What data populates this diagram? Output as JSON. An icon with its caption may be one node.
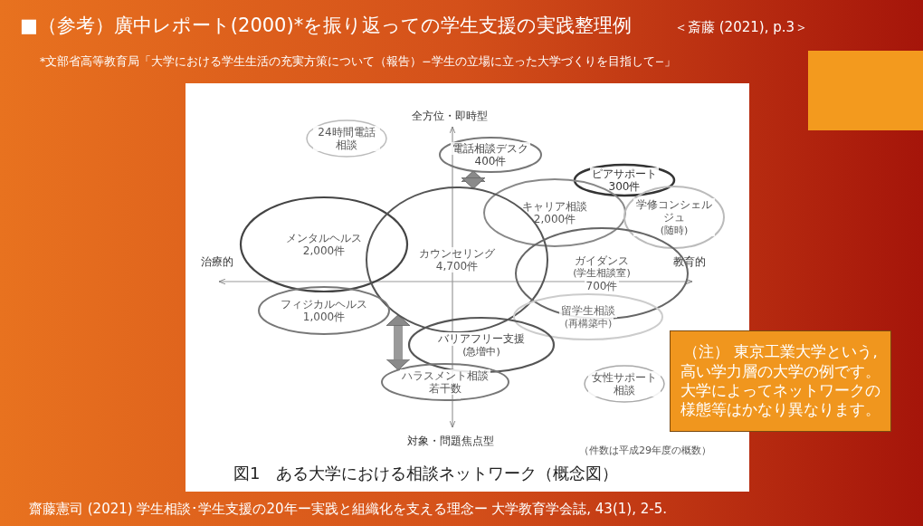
{
  "diagram": {
    "title": "■（参考）廣中レポート(2000)*を振り返っての学生支援の実践整理例",
    "caption": "齋藤憲司 (2021) 学生相談･学生支援の20年ー実践と組織化を支える理念ー 大学教育学会誌, 43(1), 2-5.",
    "nodes": [
      {
        "text": [
          "24時間電話相談"
        ]
      },
      {
        "text": [
          "電話相談デスク",
          "400件"
        ]
      },
      {
        "text": [
          "ピアサポート",
          "300件"
        ]
      },
      {
        "text": [
          "キャリア相談",
          "2,000件"
        ]
      },
      {
        "text": [
          "学修コンシェルジュ",
          "(随時)"
        ]
      },
      {
        "text": [
          "メンタルヘルス",
          "2,000件"
        ]
      },
      {
        "text": [
          "カウンセリング",
          "4,700件"
        ]
      },
      {
        "text": [
          "ガイダンス",
          "(学生相談室)",
          "700件"
        ]
      },
      {
        "text": [
          "フィジカルヘルス",
          "1,000件"
        ]
      },
      {
        "text": [
          "留学生相談",
          "(再構築中)"
        ]
      },
      {
        "text": [
          "バリアフリー支援",
          "(急増中)"
        ]
      },
      {
        "text": [
          "ハラスメント相談",
          "若干数"
        ]
      },
      {
        "text": [
          "女性サポート相談"
        ]
      },
      {
        "text": [
          "（注） 東京工業大学という, 高い学力層の大学の例です。大学によってネットワークの様態等はかなり異なります。"
        ]
      }
    ],
    "edges": [
      {
        "from": 1,
        "to": 6,
        "arrow": "both"
      },
      {
        "from": 6,
        "to": 11,
        "arrow": "both"
      }
    ],
    "labels": [
      "＜斎藤 (2021), p.3＞",
      "*文部省高等教育局「大学における学生生活の充実方策について（報告）−学生の立場に立った大学づくりを目指して−」",
      "全方位・即時型",
      "治療的",
      "教育的",
      "対象・問題焦点型",
      "（件数は平成29年度の概数）",
      "図1　ある大学における相談ネットワーク（概念図）"
    ]
  }
}
